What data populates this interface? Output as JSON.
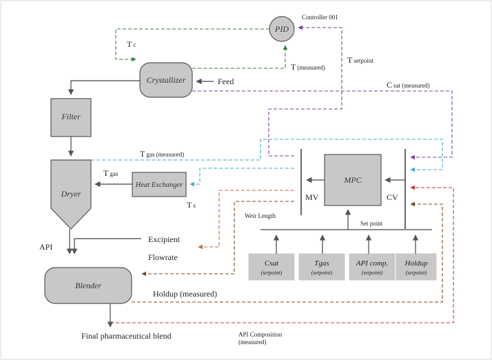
{
  "nodes": {
    "pid": "PID",
    "controller": "Controller 001",
    "crystallizer": "Crystallizer",
    "filter": "Filter",
    "dryer": "Dryer",
    "heat_exchanger": "Heat Exchanger",
    "mpc": "MPC",
    "blender": "Blender"
  },
  "labels": {
    "tc_main": "T",
    "tc_sub": "c",
    "t_meas_main": "T",
    "t_meas_sub": "(measured)",
    "t_setpoint_main": "T",
    "t_setpoint_sub": "setpoint",
    "feed": "Feed",
    "csat_main": "C",
    "csat_sub": "sat (measured)",
    "tgas_meas_main": "T",
    "tgas_meas_sub": "gas (measured)",
    "tgas_main": "T",
    "tgas_sub": "gas",
    "ts_main": "T",
    "ts_sub": "s",
    "mv": "MV",
    "cv": "CV",
    "weir_length": "Weir Length",
    "set_point": "Set point",
    "excipient": "Excipient",
    "flowrate": "Flowrate",
    "api": "API",
    "holdup_measured": "Holdup (measured)",
    "final_blend": "Final pharmaceutical blend",
    "api_comp_line1": "API Composition",
    "api_comp_line2": "(measured)"
  },
  "setpoints": [
    {
      "main": "Csat",
      "sub": "(setpoint)"
    },
    {
      "main": "Tgas",
      "sub": "(setpoint)"
    },
    {
      "main": "API comp.",
      "sub": "(setpoint)"
    },
    {
      "main": "Holdup",
      "sub": "(setpoint)"
    }
  ],
  "colors": {
    "green": "#3a7d3a",
    "purple": "#7a3d9a",
    "cyan": "#36a9d6",
    "orange": "#c8643a",
    "red": "#c83232",
    "brown": "#7a4a1e",
    "box_fill": "#c8c8c8",
    "box_stroke": "#555555"
  }
}
